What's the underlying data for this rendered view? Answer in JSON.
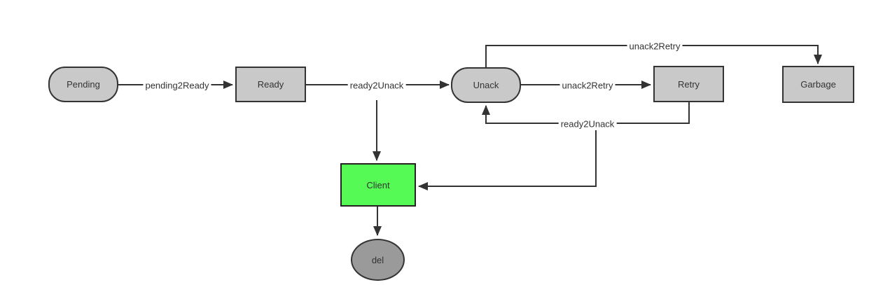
{
  "diagram": {
    "type": "state-flow",
    "colors": {
      "node_fill": "#c9c9c9",
      "node_border": "#333333",
      "client_fill": "#55fa55",
      "del_fill": "#9a9a9a",
      "edge_stroke": "#333333",
      "label_text": "#333333",
      "background": "#ffffff"
    },
    "nodes": {
      "pending": {
        "label": "Pending",
        "shape": "stadium"
      },
      "ready": {
        "label": "Ready",
        "shape": "rect"
      },
      "unack": {
        "label": "Unack",
        "shape": "stadium"
      },
      "retry": {
        "label": "Retry",
        "shape": "rect"
      },
      "garbage": {
        "label": "Garbage",
        "shape": "rect"
      },
      "client": {
        "label": "Client",
        "shape": "rect"
      },
      "del": {
        "label": "del",
        "shape": "ellipse"
      }
    },
    "edges": {
      "pending_to_ready": {
        "label": "pending2Ready",
        "from": "pending",
        "to": "ready"
      },
      "ready_to_unack": {
        "label": "ready2Unack",
        "from": "ready",
        "to": "unack"
      },
      "unack_to_retry": {
        "label": "unack2Retry",
        "from": "unack",
        "to": "retry"
      },
      "unack_to_garbage": {
        "label": "unack2Retry",
        "from": "unack",
        "to": "garbage"
      },
      "retry_to_unack": {
        "label": "ready2Unack",
        "from": "retry",
        "to": "unack"
      },
      "ready2unack_to_client": {
        "label": "",
        "from": "ready2Unack",
        "to": "client"
      },
      "retrypath_to_client": {
        "label": "",
        "from": "ready2Unack",
        "to": "client"
      },
      "client_to_del": {
        "label": "",
        "from": "client",
        "to": "del"
      }
    }
  }
}
